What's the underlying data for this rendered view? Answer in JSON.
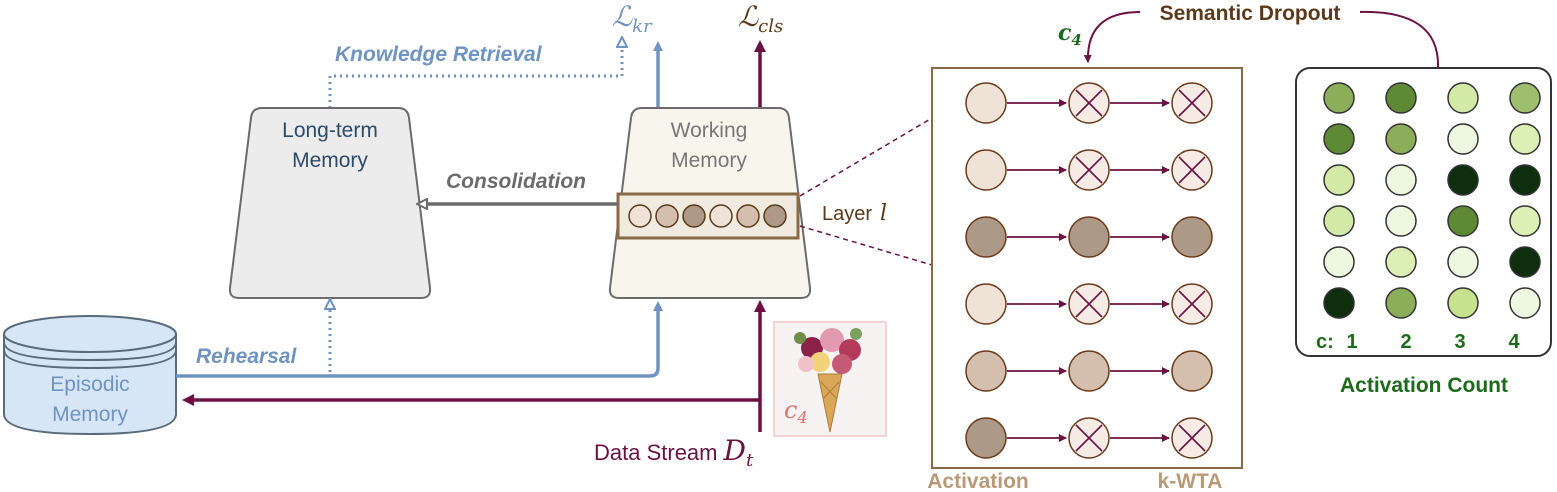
{
  "labels": {
    "loss_kr": "ℒ",
    "loss_kr_sub": "kr",
    "loss_cls": "ℒ",
    "loss_cls_sub": "cls",
    "knowledge_retrieval": "Knowledge Retrieval",
    "consolidation": "Consolidation",
    "rehearsal": "Rehearsal",
    "long_term_memory_1": "Long-term",
    "long_term_memory_2": "Memory",
    "working_memory_1": "Working",
    "working_memory_2": "Memory",
    "episodic_memory_1": "Episodic",
    "episodic_memory_2": "Memory",
    "layer_label": "Layer",
    "layer_symbol": "l",
    "data_stream": "Data Stream",
    "data_stream_symbol": "D",
    "data_stream_sub": "t",
    "image_class": "c",
    "image_class_sub": "4",
    "semantic_dropout": "Semantic Dropout",
    "c4_label": "c",
    "c4_sub": "4",
    "activation": "Activation",
    "kwta": "k-WTA",
    "activation_count": "Activation Count",
    "count_prefix": "c:",
    "count_classes": [
      "1",
      "2",
      "3",
      "4"
    ]
  },
  "colors": {
    "blue": "#6f94c2",
    "maroon": "#6b1242",
    "gray": "#6b6b6b",
    "brown": "#8a6a45",
    "brown_text": "#5a3a1a",
    "dark_green": "#1b6b1b",
    "tan_label": "#b89a78"
  },
  "layer_neuron_levels": [
    "light",
    "mid",
    "dark",
    "light",
    "mid",
    "dark"
  ],
  "kwta_rows": [
    {
      "level": "light",
      "dropped": true
    },
    {
      "level": "light",
      "dropped": true
    },
    {
      "level": "dark",
      "dropped": false
    },
    {
      "level": "light",
      "dropped": true
    },
    {
      "level": "mid",
      "dropped": false
    },
    {
      "level": "dark",
      "dropped": true
    }
  ],
  "activation_count_grid": [
    [
      "#8cae5a",
      "#5f8a35",
      "#d3e9a8",
      "#9fbf6e"
    ],
    [
      "#5f8a35",
      "#8cae5a",
      "#eef7df",
      "#dcefb5"
    ],
    [
      "#d3e9a8",
      "#eef7df",
      "#0e2e0e",
      "#0e2e0e"
    ],
    [
      "#d3e9a8",
      "#eef7df",
      "#5f8a35",
      "#dcefb5"
    ],
    [
      "#eef7df",
      "#dcefb5",
      "#eef7df",
      "#0e2e0e"
    ],
    [
      "#0e2e0e",
      "#8cae5a",
      "#c6e28e",
      "#eef7df"
    ]
  ]
}
